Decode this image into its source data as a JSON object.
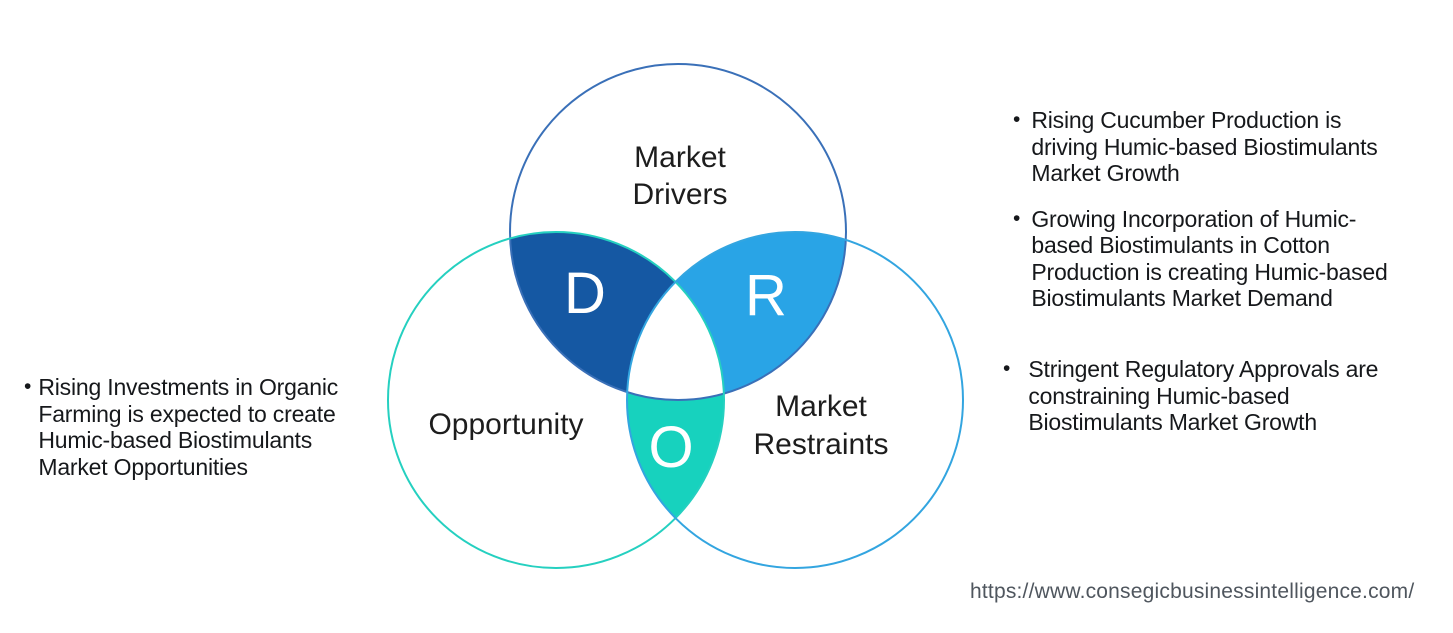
{
  "glyphs": {
    "bullet": "•"
  },
  "venn": {
    "drivers": {
      "label_line1": "Market",
      "label_line2": "Drivers",
      "letter": "D"
    },
    "opportunity": {
      "label": "Opportunity",
      "letter": "O"
    },
    "restraints": {
      "label_line1": "Market",
      "label_line2": "Restraints",
      "letter": "R"
    }
  },
  "colors": {
    "drivers_stroke": "#3a70b8",
    "opportunity_stroke": "#25d0c0",
    "restraints_stroke": "#33a5e0",
    "d_fill": "#1558a3",
    "r_fill": "#29a4e6",
    "o_fill": "#17d2be",
    "center_fill": "#ffffff"
  },
  "left_notes": [
    {
      "text": "Rising Investments in Organic Farming is expected to create Humic-based Biostimulants Market Opportunities"
    }
  ],
  "right_notes_top": [
    {
      "text": "Rising Cucumber Production is driving Humic-based Biostimulants Market Growth"
    },
    {
      "text": "Growing Incorporation of Humic-based Biostimulants in Cotton Production is creating Humic-based Biostimulants Market Demand"
    }
  ],
  "right_notes_bottom": [
    {
      "text": "Stringent Regulatory Approvals are constraining Humic-based Biostimulants Market Growth"
    }
  ],
  "footer": {
    "url": "https://www.consegicbusinessintelligence.com/"
  }
}
